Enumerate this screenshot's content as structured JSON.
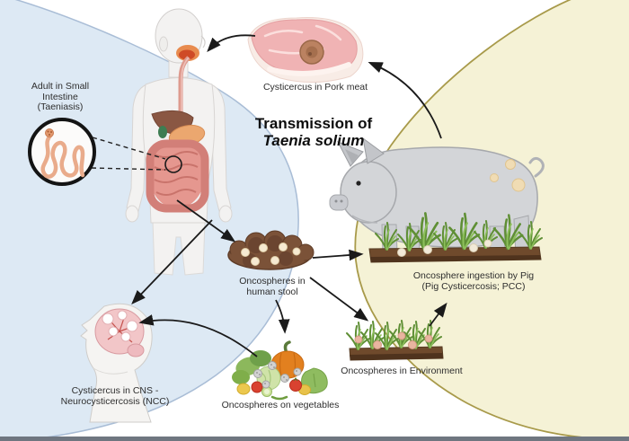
{
  "title": {
    "line1": "Transmission of",
    "line2": "Taenia solium"
  },
  "labels": {
    "adult_in_small_intestine": {
      "lines": [
        "Adult in Small",
        "Intestine",
        "(Taeniasis)"
      ]
    },
    "cysticercus_pork": {
      "lines": [
        "Cysticercus in Pork meat"
      ]
    },
    "oncosphere_ingestion_pig": {
      "lines": [
        "Oncosphere ingestion by Pig",
        "(Pig Cysticercosis; PCC)"
      ]
    },
    "oncospheres_human_stool": {
      "lines": [
        "Oncospheres in",
        "human stool"
      ]
    },
    "oncospheres_environment": {
      "lines": [
        "Oncospheres in Environment"
      ]
    },
    "oncospheres_vegetables": {
      "lines": [
        "Oncospheres on vegetables"
      ]
    },
    "cysticercus_cns": {
      "lines": [
        "Cysticercus in CNS -",
        "Neurocysticercosis (NCC)"
      ]
    }
  },
  "icons": [
    "human-figure-icon",
    "tapeworm-magnifier-icon",
    "pork-meat-icon",
    "pig-icon",
    "stool-icon",
    "environment-grass-icon",
    "vegetables-icon",
    "ncc-brain-icon"
  ],
  "flow_arrows": [
    "pork-to-mouth",
    "pig-to-pork",
    "human-to-stool",
    "stool-to-pig-soil",
    "stool-to-environment",
    "stool-to-vegetables",
    "environment-to-pig",
    "human-to-brain",
    "vegetables-to-brain"
  ],
  "colors": {
    "human_cycle_region": "#dde9f4",
    "human_cycle_border": "#a9bdd6",
    "pig_cycle_region": "#f5f2d6",
    "pig_cycle_border": "#a89a4a",
    "arrow": "#1a1a1a",
    "text": "#2e2e2e",
    "bottom_bar": "#6f7680"
  }
}
